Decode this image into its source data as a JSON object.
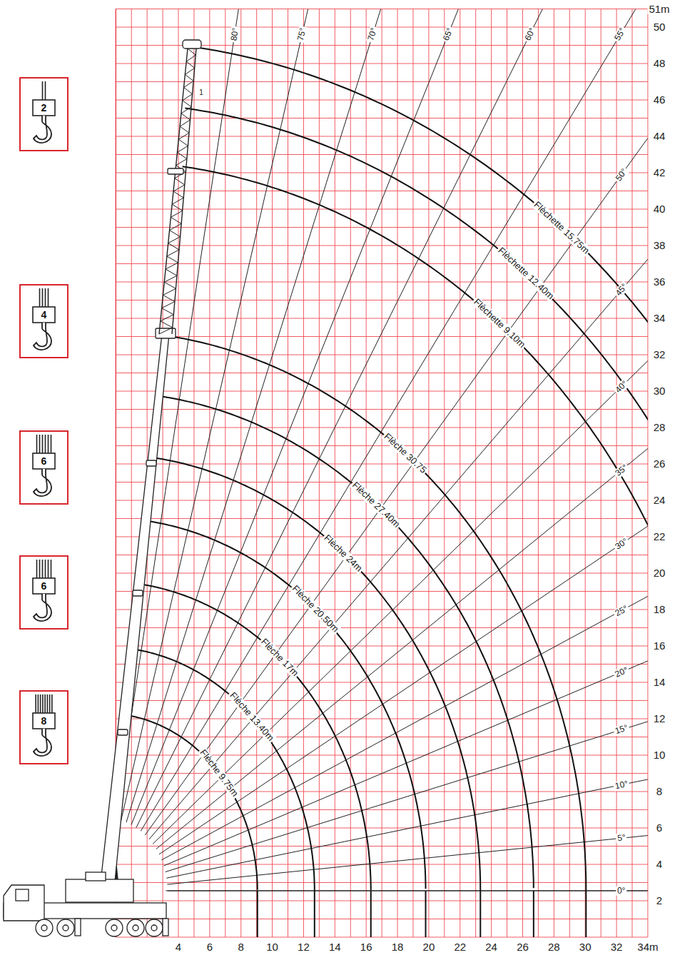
{
  "diagram": {
    "nodes": [
      {
        "text": [
          "2"
        ]
      },
      {
        "text": [
          "4"
        ]
      },
      {
        "text": [
          "6"
        ]
      },
      {
        "text": [
          "6"
        ]
      },
      {
        "text": [
          "8"
        ]
      }
    ],
    "labels": [
      "Flèchette 15.75m",
      "Flèchette 12.40m",
      "Flèchette 9.10m",
      "Flèche 30.75",
      "Flèche 27.40m",
      "Flèche 24m",
      "Flèche 20.50m",
      "Flèche 17m",
      "Flèche 13.40m",
      "Flèche 9.75m",
      "1",
      "0°",
      "5°",
      "10°",
      "15°",
      "20°",
      "25°",
      "30°",
      "35°",
      "40°",
      "45°",
      "50°",
      "55°",
      "60°",
      "65°",
      "70°",
      "75°",
      "80°",
      "2",
      "4",
      "6",
      "8",
      "10",
      "12",
      "14",
      "16",
      "18",
      "20",
      "22",
      "24",
      "26",
      "28",
      "30",
      "32",
      "34",
      "36",
      "38",
      "40",
      "42",
      "44",
      "46",
      "48",
      "50",
      "51m",
      "4",
      "6",
      "8",
      "10",
      "12",
      "14",
      "16",
      "18",
      "20",
      "22",
      "24",
      "26",
      "28",
      "30",
      "32",
      "34m"
    ]
  }
}
